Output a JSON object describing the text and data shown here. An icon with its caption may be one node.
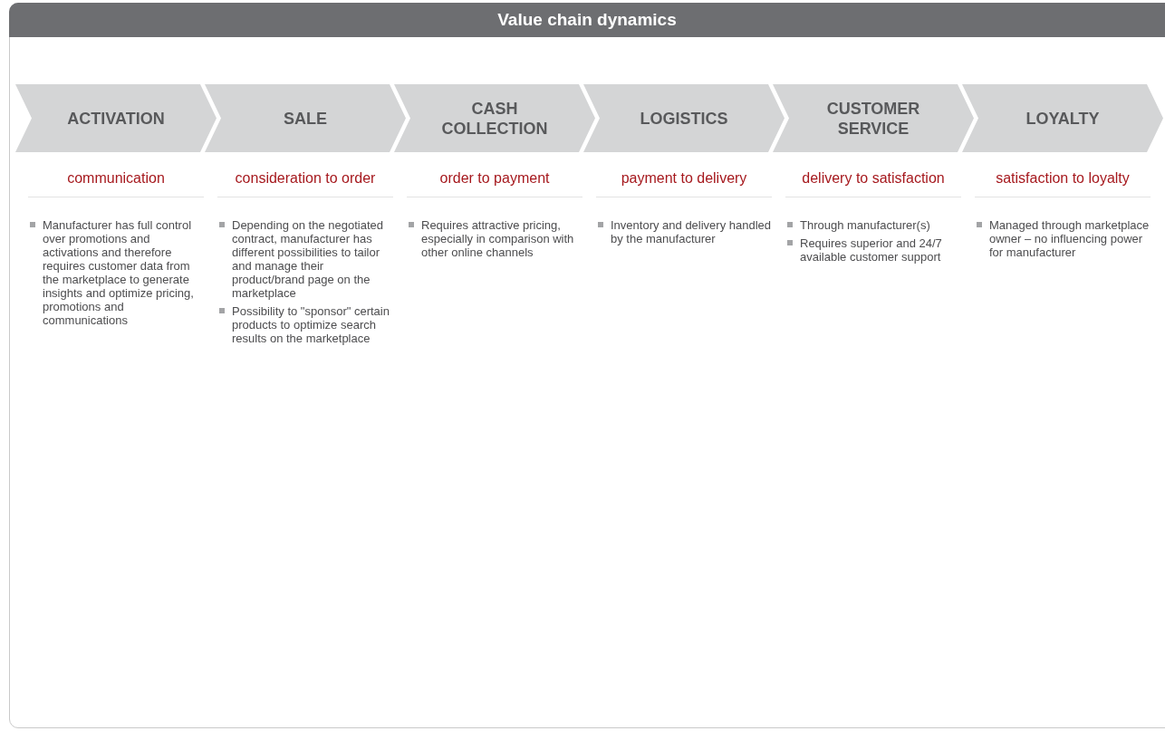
{
  "diagram": {
    "title": "Value chain dynamics",
    "nodes": [
      {
        "text": [
          "ACTIVATION"
        ],
        "beside": [
          "communication",
          "Manufacturer has full control over promotions and activations and therefore requires customer data from the marketplace to generate insights and optimize pricing, promotions and communications"
        ]
      },
      {
        "text": [
          "SALE"
        ],
        "beside": [
          "consideration to order",
          "Depending on the negotiated contract, manufacturer has different possibilities to tailor and manage their product/brand page on the marketplace",
          "Possibility to \"sponsor\" certain products to optimize search results on the marketplace"
        ]
      },
      {
        "text": [
          "CASH COLLECTION"
        ],
        "beside": [
          "order to payment",
          "Requires attractive pricing, especially in comparison with other online channels"
        ]
      },
      {
        "text": [
          "LOGISTICS"
        ],
        "beside": [
          "payment to delivery",
          "Inventory and delivery handled by the manufacturer"
        ]
      },
      {
        "text": [
          "CUSTOMER SERVICE"
        ],
        "beside": [
          "delivery to satisfaction",
          "Through manufacturer(s)",
          "Requires superior and 24/7 available customer support"
        ]
      },
      {
        "text": [
          "LOYALTY"
        ],
        "beside": [
          "satisfaction to loyalty",
          "Managed through marketplace owner – no influencing power for manufacturer"
        ]
      }
    ],
    "edges": []
  }
}
